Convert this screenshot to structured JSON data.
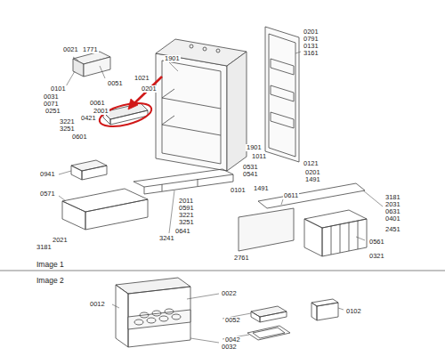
{
  "diagram": {
    "labels": [
      "0021",
      "1771",
      "0051",
      "0101",
      "0031",
      "0071",
      "0061",
      "0251",
      "2001",
      "0421",
      "3221",
      "3251",
      "0601",
      "1901",
      "1021",
      "0201",
      "0941",
      "0571",
      "2021",
      "3181",
      "3241",
      "2011",
      "0591",
      "3221",
      "3251",
      "0641",
      "0101",
      "1491",
      "0531",
      "0541",
      "0201",
      "0791",
      "0131",
      "3161",
      "0121",
      "1901",
      "1011",
      "0201",
      "1491",
      "0611",
      "2761",
      "3181",
      "2031",
      "0631",
      "0401",
      "2451",
      "0561",
      "0321",
      "Image 1",
      "Image 2",
      "0012",
      "0022",
      "0052",
      "0102",
      "0042",
      "0032"
    ]
  }
}
